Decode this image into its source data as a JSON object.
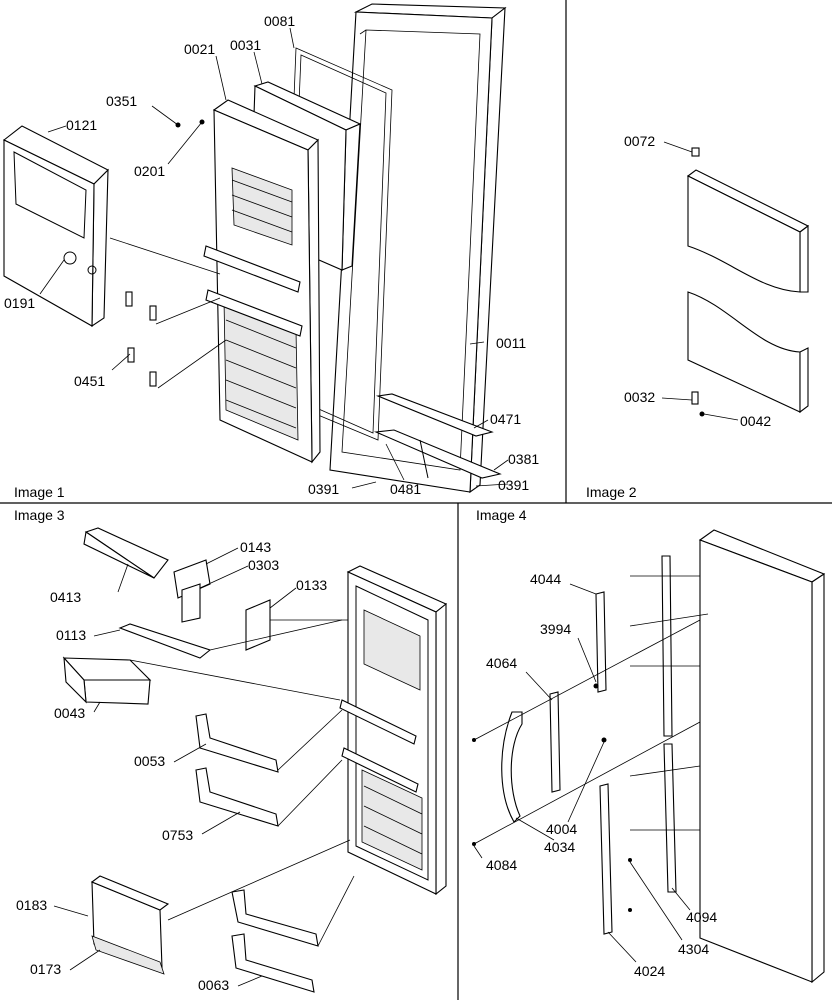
{
  "panels": [
    {
      "id": "image1",
      "title": "Image 1"
    },
    {
      "id": "image2",
      "title": "Image 2"
    },
    {
      "id": "image3",
      "title": "Image 3"
    },
    {
      "id": "image4",
      "title": "Image 4"
    }
  ],
  "callouts": {
    "image1": [
      "0081",
      "0021",
      "0031",
      "0351",
      "0121",
      "0201",
      "0191",
      "0451",
      "0011",
      "0471",
      "0381",
      "0391",
      "0481",
      "0391"
    ],
    "image2": [
      "0072",
      "0032",
      "0042"
    ],
    "image3": [
      "0143",
      "0303",
      "0413",
      "0133",
      "0113",
      "0043",
      "0053",
      "0753",
      "0183",
      "0173",
      "0063"
    ],
    "image4": [
      "4044",
      "3994",
      "4064",
      "4004",
      "4034",
      "4084",
      "4094",
      "4304",
      "4024"
    ]
  },
  "colors": {
    "ink": "#000000",
    "paper": "#ffffff"
  }
}
